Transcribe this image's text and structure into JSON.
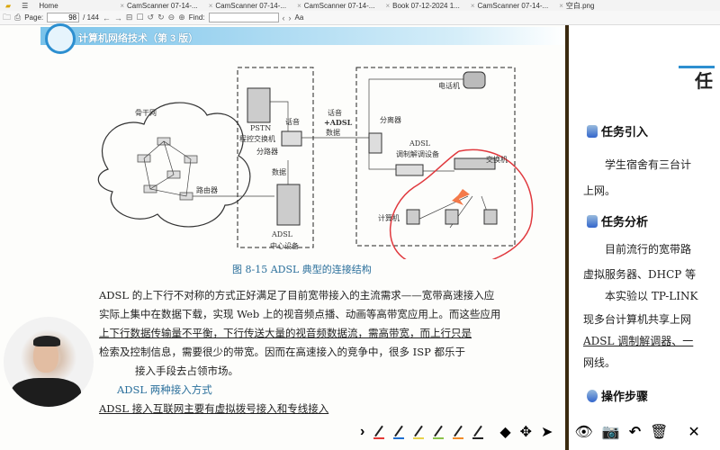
{
  "tabs": [
    {
      "label": "Home"
    },
    {
      "label": "CamScanner  07-14-..."
    },
    {
      "label": "CamScanner  07-14-..."
    },
    {
      "label": "CamScanner  07-14-..."
    },
    {
      "label": "Book  07-12-2024  1..."
    },
    {
      "label": "CamScanner  07-14-..."
    },
    {
      "label": "空白.png"
    }
  ],
  "toolbar": {
    "page_label": "Page:",
    "page_value": "98",
    "page_total": "/ 144",
    "find_label": "Find:",
    "find_value": "",
    "case_label": "Aa"
  },
  "book": {
    "header_title": "计算机网络技术（第 3 版）",
    "diagram": {
      "backbone": "骨干网",
      "router": "路由器",
      "pstn": "PSTN",
      "pstn2": "程控交换机",
      "voice": "话音",
      "splitter_left": "分路器",
      "data": "数据",
      "adsl_center": "ADSL",
      "adsl_center2": "中心设备",
      "voice_adsl": "话音",
      "voice_adsl2": "+ADSL",
      "voice_adsl3": "数据",
      "phone": "电话机",
      "splitter_right": "分离器",
      "modem": "ADSL",
      "modem2": "调制解调设备",
      "switch": "交换机",
      "computer": "计算机"
    },
    "caption": "图 8-15    ADSL 典型的连接结构",
    "lines": [
      "ADSL 的上下行不对称的方式正好满足了目前宽带接入的主流需求——宽带高速接入应",
      "实际上集中在数据下载，实现 Web 上的视音频点播、动画等高带宽应用上。而这些应用",
      "上下行数据传输量不平衡，下行传送大量的视音频数据流，需高带宽，而上行只是",
      "检索及控制信息，需要很少的带宽。因而在高速接入的竞争中，很多 ISP 都乐于",
      "接入手段去占领市场。"
    ],
    "subheading": "ADSL 两种接入方式",
    "last_line": "ADSL 接入互联网主要有虚拟拨号接入和专线接入"
  },
  "right_page": {
    "title_char": "任",
    "h1": "任务引入",
    "p1a": "学生宿舍有三台计",
    "p1b": "上网。",
    "h2": "任务分析",
    "p2a": "目前流行的宽带路",
    "p2b": "虚拟服务器、DHCP 等",
    "p2c": "本实验以 TP-LINK",
    "p2d": "现多台计算机共享上网",
    "p2e": "ADSL 调制解调器、一",
    "p2f": "网线。",
    "h3": "操作步骤"
  },
  "annotation_tools": [
    {
      "icon": "pen-red",
      "color": "#e53935"
    },
    {
      "icon": "pen-blue",
      "color": "#1e6fd0"
    },
    {
      "icon": "pen-yellow",
      "color": "#e8d24a"
    },
    {
      "icon": "pen-green",
      "color": "#8bc34a"
    },
    {
      "icon": "marker-orange",
      "color": "#f28c28"
    },
    {
      "icon": "pen-black",
      "color": "#222222"
    }
  ],
  "colors": {
    "annotation_red": "#e0393e",
    "arrow_orange": "#f47a4a",
    "header_blue": "#2d8fd0"
  }
}
